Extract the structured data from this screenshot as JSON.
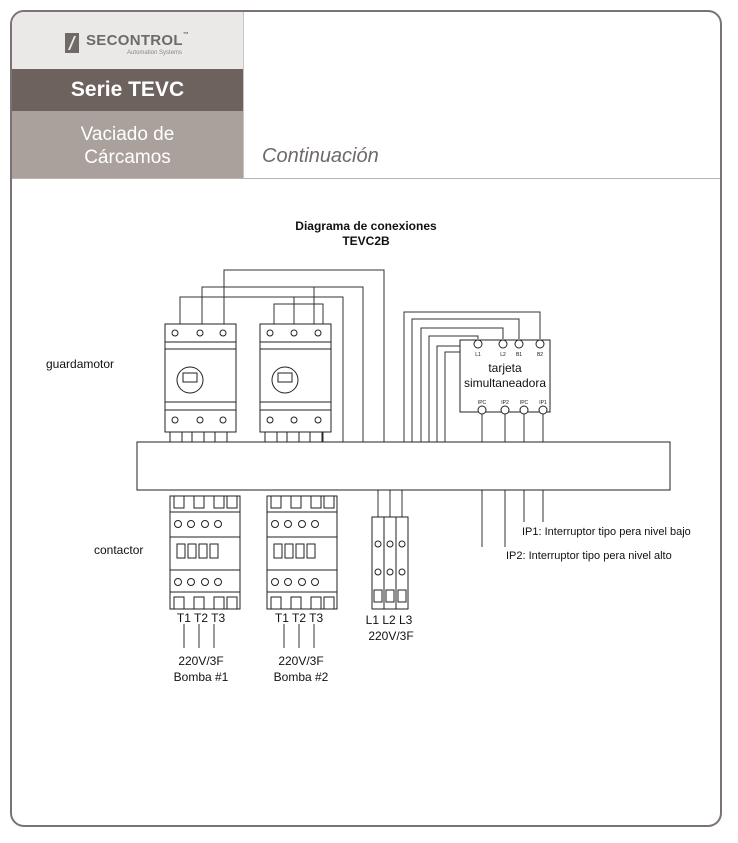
{
  "brand": {
    "logo_name": "SECONTROL",
    "logo_tm": "™",
    "logo_sub": "Automation Systems"
  },
  "sidebar": {
    "series": "Serie TEVC",
    "subtitle_line1": "Vaciado de",
    "subtitle_line2": "Cárcamos"
  },
  "section": {
    "title": "Continuación"
  },
  "diagram": {
    "title": "Diagrama de conexiones",
    "model": "TEVC2B",
    "label_guardamotor": "guardamotor",
    "label_contactor": "contactor",
    "card_label_line1": "tarjeta",
    "card_label_line2": "simultaneadora",
    "card_top_terminals": [
      "L1",
      "L2",
      "B1",
      "B2"
    ],
    "card_bottom_terminals": [
      "IPC",
      "IP2",
      "IPC",
      "IP1"
    ],
    "ip1_label": "IP1: Interruptor tipo pera nivel bajo",
    "ip2_label": "IP2: Interruptor tipo pera nivel alto",
    "pump1": {
      "terminals": "T1 T2 T3",
      "voltage": "220V/3F",
      "name": "Bomba #1"
    },
    "pump2": {
      "terminals": "T1 T2 T3",
      "voltage": "220V/3F",
      "name": "Bomba #2"
    },
    "supply": {
      "terminals": "L1 L2 L3",
      "voltage": "220V/3F"
    }
  }
}
